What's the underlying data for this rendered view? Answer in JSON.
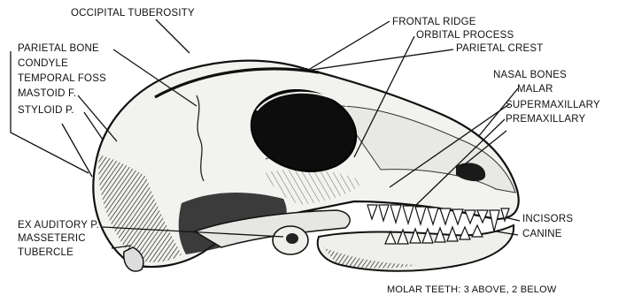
{
  "labels": {
    "occipital_tuberosity": "OCCIPITAL TUBEROSITY",
    "frontal_ridge": "FRONTAL RIDGE",
    "orbital_process": "ORBITAL PROCESS",
    "parietal_crest": "PARIETAL CREST",
    "parietal_bone": "PARIETAL BONE",
    "condyle": "CONDYLE",
    "temporal_foss": "TEMPORAL FOSS",
    "mastoid_f": "MASTOID F.",
    "styloid_p": "STYLOID P.",
    "nasal_bones": "NASAL BONES",
    "malar": "MALAR",
    "supermaxillary": "SUPERMAXILLARY",
    "premaxillary": "PREMAXILLARY",
    "ex_auditory_p": "EX AUDITORY P.",
    "masseteric": "MASSETERIC",
    "tubercle": "TUBERCLE",
    "incisors": "INCISORS",
    "canine": "CANINE",
    "molar_caption": "MOLAR TEETH: 3 ABOVE, 2 BELOW"
  },
  "colors": {
    "ink": "#111111",
    "bone_shadow": "#1c1c1c",
    "bone_light": "#f4f4f2",
    "background": "#ffffff"
  }
}
